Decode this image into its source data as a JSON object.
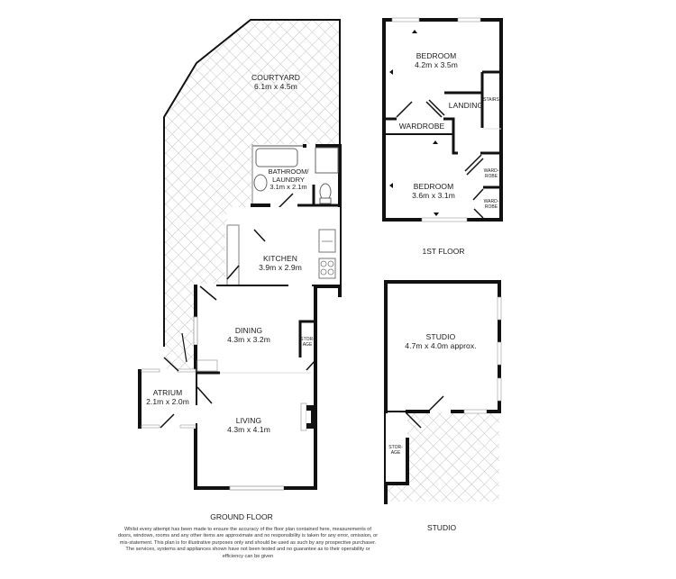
{
  "rooms": {
    "courtyard": {
      "name": "COURTYARD",
      "size": "6.1m x 4.5m"
    },
    "bathroom": {
      "name": "BATHROOM/",
      "name2": "LAUNDRY",
      "size": "3.1m x 2.1m"
    },
    "kitchen": {
      "name": "KITCHEN",
      "size": "3.9m x 2.9m"
    },
    "dining": {
      "name": "DINING",
      "size": "4.3m x 3.2m"
    },
    "storage_ground": {
      "name": "STOR-",
      "name2": "AGE"
    },
    "atrium": {
      "name": "ATRIUM",
      "size": "2.1m x 2.0m"
    },
    "living": {
      "name": "LIVING",
      "size": "4.3m x 4.1m"
    },
    "bedroom1": {
      "name": "BEDROOM",
      "size": "4.2m x 3.5m"
    },
    "landing": {
      "name": "LANDING"
    },
    "stairs": {
      "name": "STAIRS"
    },
    "wardrobe": {
      "name": "WARDROBE"
    },
    "bedroom2": {
      "name": "BEDROOM",
      "size": "3.6m x 3.1m"
    },
    "wardrobe_a": {
      "name": "WARD-",
      "name2": "ROBE"
    },
    "wardrobe_b": {
      "name": "WARD-",
      "name2": "ROBE"
    },
    "studio": {
      "name": "STUDIO",
      "size": "4.7m x 4.0m approx."
    },
    "storage_studio": {
      "name": "STOR-",
      "name2": "AGE"
    }
  },
  "floors": {
    "ground": "GROUND FLOOR",
    "first": "1ST FLOOR",
    "studio": "STUDIO"
  },
  "disclaimer": "Whilst every attempt has been made to ensure the accuracy of the floor plan contained here, measurements of doors, windows, rooms and any other items are approximate and no responsibility is taken for any error, omission, or mis-statement. This plan is for illustrative purposes only and should be used as such by any prospective purchaser. The services, systems and appliances shown have not been tested and no guarantee as to their operability or efficiency can be given",
  "colors": {
    "wall": "#111111",
    "hatch": "#c8c8c8",
    "window": "#ffffff",
    "text": "#1a1a1a"
  }
}
